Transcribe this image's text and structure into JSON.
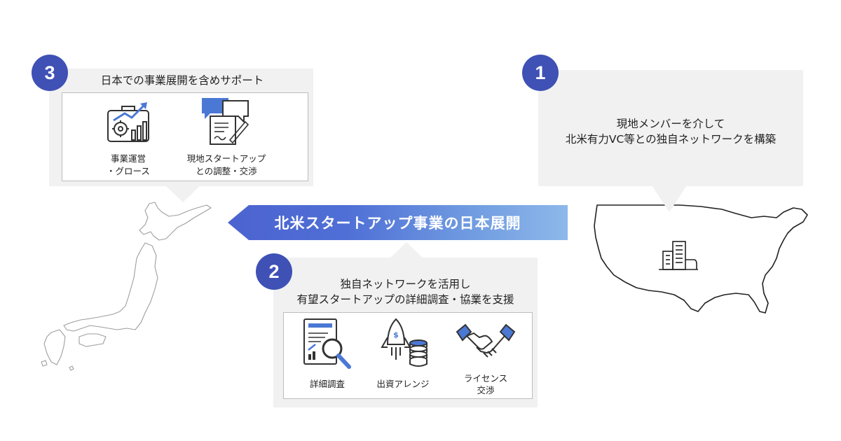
{
  "badges": {
    "one": "1",
    "two": "2",
    "three": "3"
  },
  "panel_us": {
    "line1": "現地メンバーを介して",
    "line2": "北米有力VC等との独自ネットワークを構築"
  },
  "panel_japan": {
    "title": "日本での事業展開を含めサポート",
    "items": [
      {
        "icon": "briefcase-growth-icon",
        "line1": "事業運営",
        "line2": "・グロース"
      },
      {
        "icon": "contract-chat-icon",
        "line1": "現地スタートアップ",
        "line2": "との調整・交渉"
      }
    ]
  },
  "panel_network": {
    "line1": "独自ネットワークを活用し",
    "line2": "有望スタートアップの詳細調査・協業を支援",
    "items": [
      {
        "icon": "report-magnifier-icon",
        "line1": "詳細調査",
        "line2": ""
      },
      {
        "icon": "rocket-coins-icon",
        "line1": "出資アレンジ",
        "line2": ""
      },
      {
        "icon": "handshake-icon",
        "line1": "ライセンス",
        "line2": "交渉"
      }
    ]
  },
  "arrow": {
    "label": "北米スタートアップ事業の日本展開"
  },
  "colors": {
    "badge": "#3f51b5",
    "arrow_start": "#4c63cf",
    "arrow_end": "#8db8ea",
    "icon_blue": "#4a78d4",
    "panel": "#f1f1f1"
  },
  "maps": {
    "left": "japan-map",
    "right": "usa-map"
  }
}
